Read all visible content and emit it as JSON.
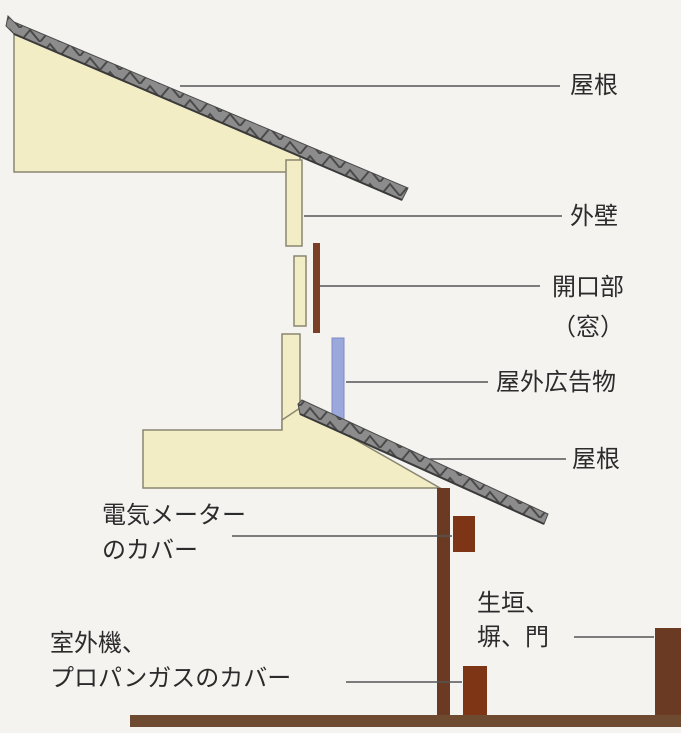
{
  "labels": {
    "roof_upper": "屋根",
    "outer_wall": "外壁",
    "opening_line1": "開口部",
    "opening_line2": "（窓）",
    "outdoor_ad": "屋外広告物",
    "roof_lower": "屋根",
    "meter_line1": "電気メーター",
    "meter_line2": "のカバー",
    "hedge_line1": "生垣、",
    "hedge_line2": "塀、門",
    "ac_line1": "室外機、",
    "ac_line2": "プロパンガスのカバー"
  },
  "colors": {
    "background": "#f4f3f0",
    "wall_fill": "#f3edc6",
    "wall_stroke": "#8a8670",
    "roof_tile": "#6a6a6a",
    "window_frame": "#7a3f25",
    "ad_board": "#9aa8dc",
    "post": "#6b3a22",
    "box": "#7e3516",
    "ground": "#6e4a30",
    "leader": "#555555",
    "text": "#2b2b2b"
  }
}
